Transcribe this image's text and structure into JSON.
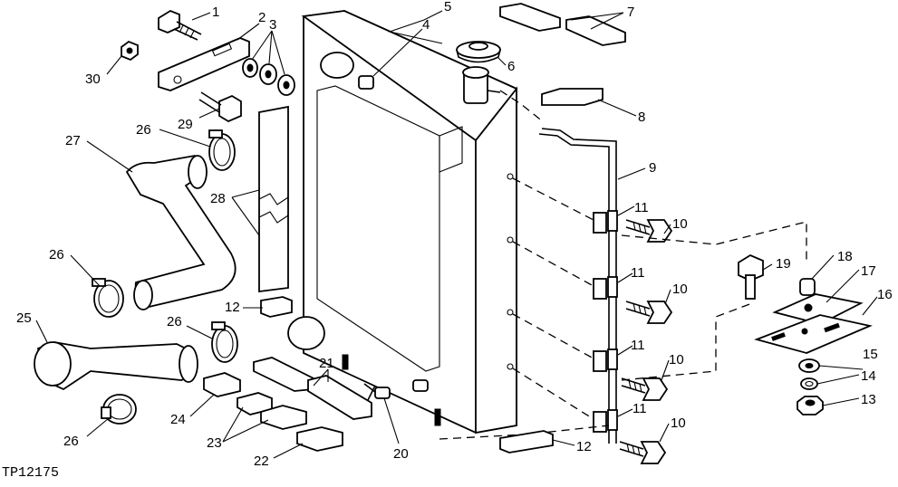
{
  "figure_id": "TP12175",
  "callouts": [
    "1",
    "2",
    "3",
    "4",
    "5",
    "6",
    "7",
    "8",
    "9",
    "10",
    "11",
    "12",
    "13",
    "14",
    "15",
    "16",
    "17",
    "18",
    "19",
    "20",
    "21",
    "22",
    "23",
    "24",
    "25",
    "26",
    "27",
    "28",
    "29",
    "30"
  ]
}
